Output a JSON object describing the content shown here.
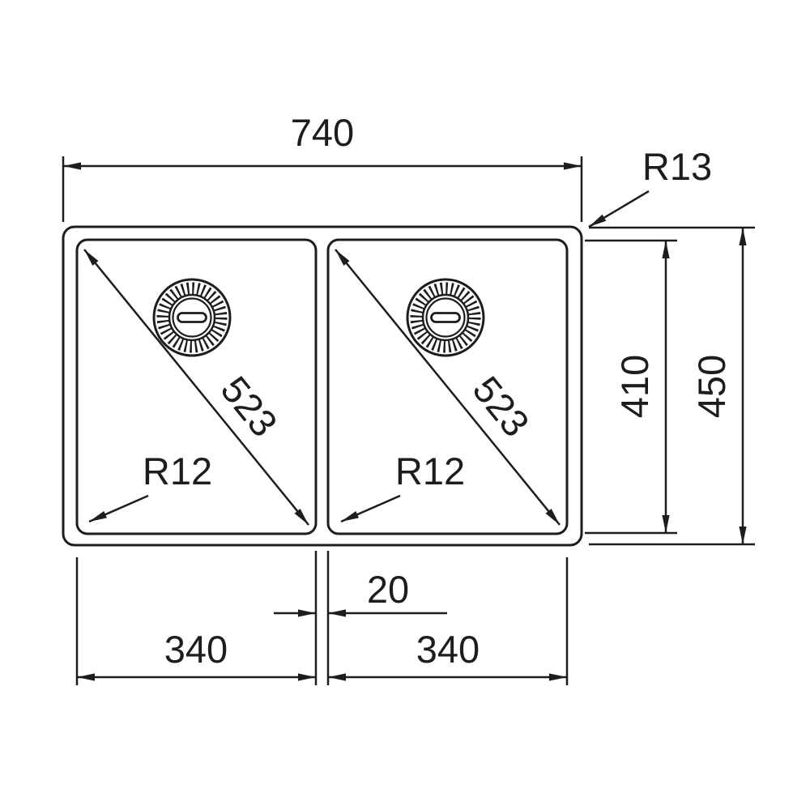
{
  "page": {
    "background": "#ffffff"
  },
  "drawing": {
    "type": "technical-drawing",
    "subject": "double-bowl sink top view with dimensions",
    "line_color": "#1d1d1d",
    "labels": {
      "overall_width": "740",
      "outer_corner_radius": "R13",
      "diagonal_left": "523",
      "diagonal_right": "523",
      "bowl_corner_radius_left": "R12",
      "bowl_corner_radius_right": "R12",
      "bowl_depth": "410",
      "overall_depth": "450",
      "center_gap": "20",
      "bowl_width_left": "340",
      "bowl_width_right": "340"
    }
  }
}
